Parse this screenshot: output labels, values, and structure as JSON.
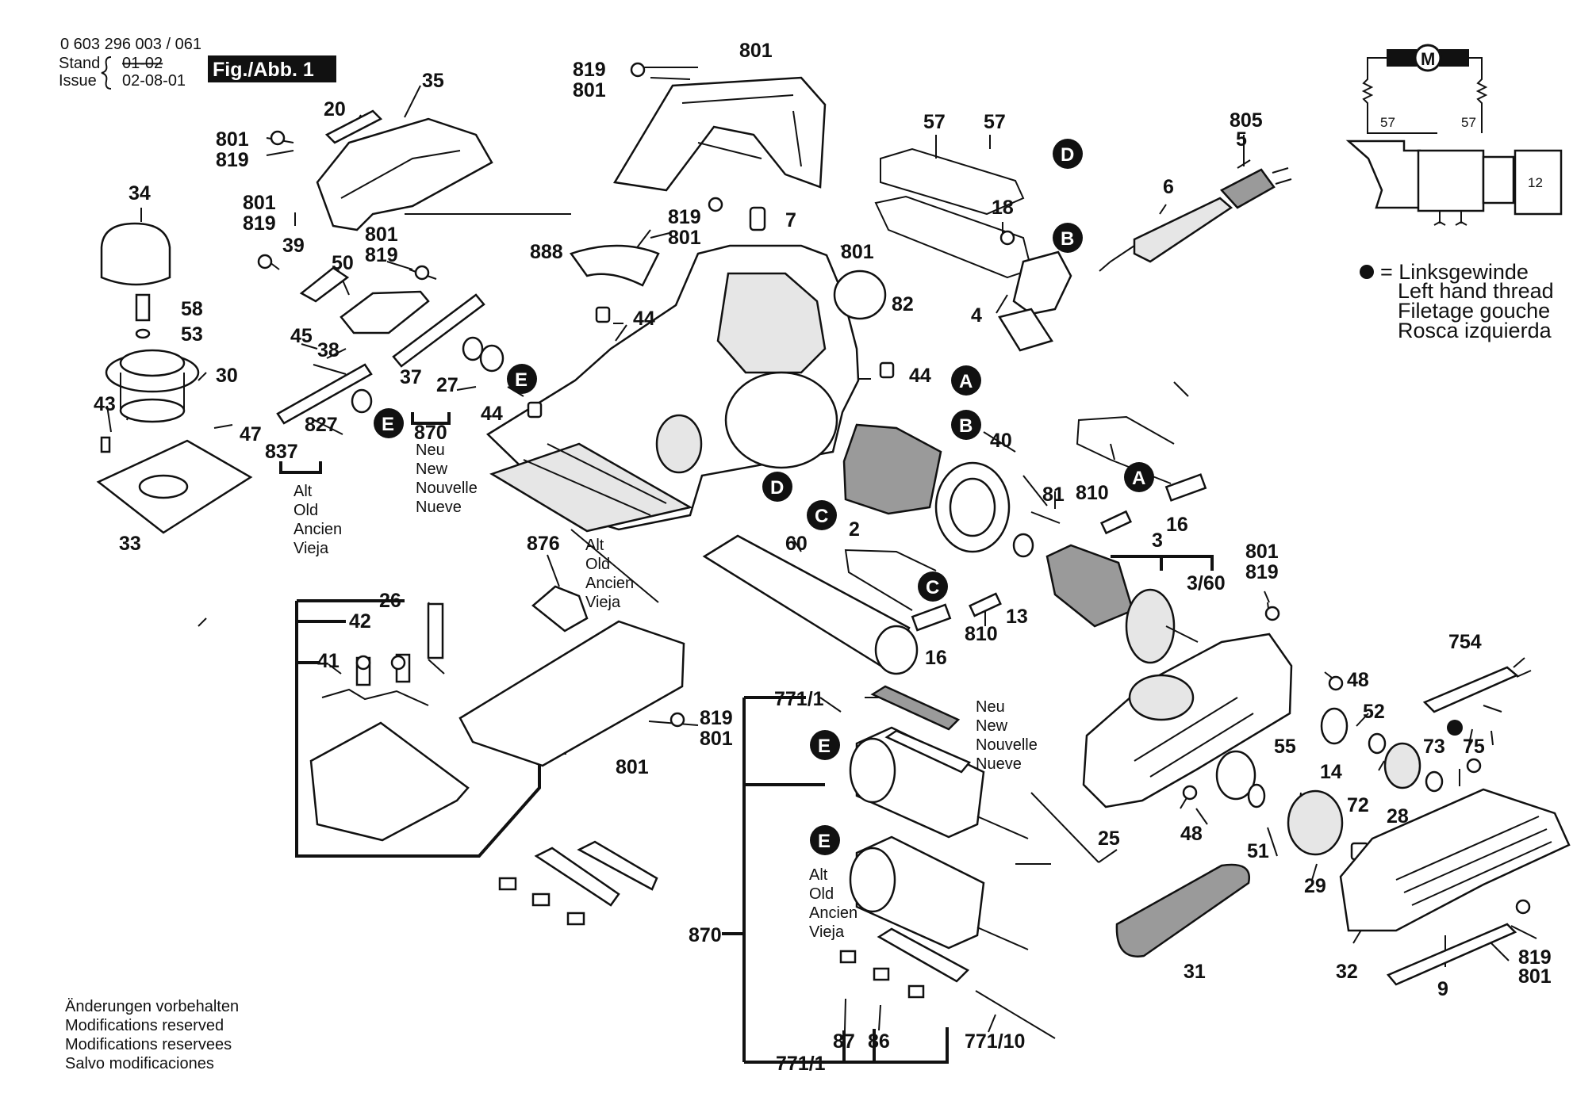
{
  "header": {
    "doc_number": "0 603 296 003 / 061",
    "stand_label": "Stand",
    "stand_value": "01-02",
    "issue_label": "Issue",
    "issue_value": "02-08-01",
    "figure_label": "Fig./Abb. 1"
  },
  "legend": {
    "marker": "●",
    "lines": [
      "= Linksgewinde",
      "Left hand thread",
      "Filetage gouche",
      "Rosca izquierda"
    ]
  },
  "footer": {
    "lines": [
      "Änderungen vorbehalten",
      "Modifications reserved",
      "Modifications reservees",
      "Salvo modificaciones"
    ]
  },
  "notes": {
    "old_variants": [
      "Alt",
      "Old",
      "Ancien",
      "Vieja"
    ],
    "new_variants": [
      "Neu",
      "New",
      "Nouvelle",
      "Nueve"
    ]
  },
  "wiring": {
    "motor_symbol": "M",
    "left_lead": "57",
    "right_lead": "57",
    "switch_box": "12"
  },
  "badges": [
    {
      "letter": "D"
    },
    {
      "letter": "B"
    },
    {
      "letter": "A"
    },
    {
      "letter": "B"
    },
    {
      "letter": "D"
    },
    {
      "letter": "C"
    },
    {
      "letter": "A"
    },
    {
      "letter": "C"
    },
    {
      "letter": "E"
    },
    {
      "letter": "E"
    },
    {
      "letter": "E"
    },
    {
      "letter": "E"
    }
  ],
  "part_labels": [
    "801",
    "819",
    "801",
    "35",
    "20",
    "801",
    "819",
    "34",
    "801",
    "819",
    "39",
    "50",
    "801",
    "819",
    "58",
    "53",
    "45",
    "38",
    "30",
    "37",
    "27",
    "43",
    "47",
    "827",
    "870",
    "837",
    "33",
    "44",
    "888",
    "819",
    "801",
    "7",
    "801",
    "82",
    "44",
    "44",
    "57",
    "57",
    "18",
    "4",
    "805",
    "5",
    "6",
    "40",
    "81",
    "2",
    "810",
    "16",
    "3",
    "3/60",
    "801",
    "819",
    "60",
    "810",
    "13",
    "16",
    "26",
    "42",
    "41",
    "876",
    "819",
    "801",
    "801",
    "771/1",
    "754",
    "48",
    "52",
    "73",
    "75",
    "55",
    "14",
    "28",
    "72",
    "25",
    "48",
    "51",
    "29",
    "870",
    "31",
    "32",
    "9",
    "819",
    "801",
    "87",
    "86",
    "771/10",
    "771/1"
  ]
}
